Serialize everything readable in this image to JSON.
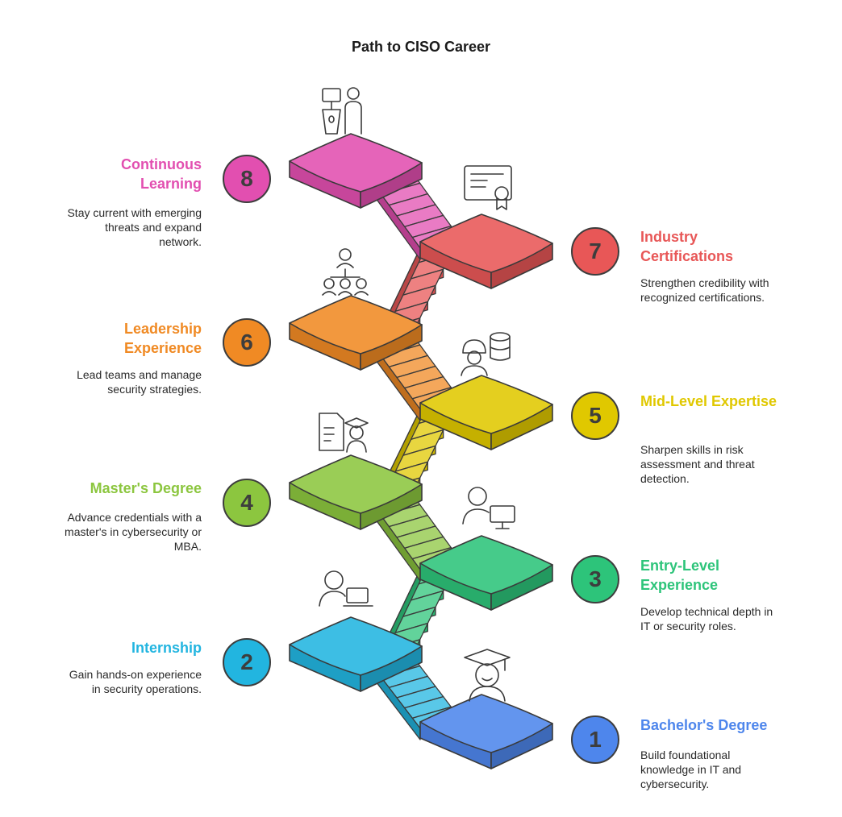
{
  "title": "Path to CISO Career",
  "steps": [
    {
      "number": "1",
      "title": "Bachelor's Degree",
      "description": "Build foundational knowledge in IT and cybersecurity.",
      "color": "#4e86ec",
      "icon": "graduate-icon"
    },
    {
      "number": "2",
      "title": "Internship",
      "description": "Gain hands-on experience in security operations.",
      "color": "#22b5e0",
      "icon": "person-laptop-icon"
    },
    {
      "number": "3",
      "title": "Entry-Level Experience",
      "description": "Develop technical depth in IT or security roles.",
      "color": "#2dc47a",
      "icon": "person-monitor-icon"
    },
    {
      "number": "4",
      "title": "Master's Degree",
      "description": "Advance credentials with a master's in cybersecurity or MBA.",
      "color": "#8cc63f",
      "icon": "document-graduate-icon"
    },
    {
      "number": "5",
      "title": "Mid-Level Expertise",
      "description": "Sharpen skills in risk assessment and threat detection.",
      "color": "#e0c800",
      "icon": "engineer-database-icon"
    },
    {
      "number": "6",
      "title": "Leadership Experience",
      "description": "Lead teams and manage security strategies.",
      "color": "#f08a24",
      "icon": "team-hierarchy-icon"
    },
    {
      "number": "7",
      "title": "Industry Certifications",
      "description": "Strengthen credibility with recognized certifications.",
      "color": "#e85757",
      "icon": "certificate-icon"
    },
    {
      "number": "8",
      "title": "Continuous Learning",
      "description": "Stay current with emerging threats and expand network.",
      "color": "#e24fb0",
      "icon": "presenter-podium-icon"
    }
  ]
}
